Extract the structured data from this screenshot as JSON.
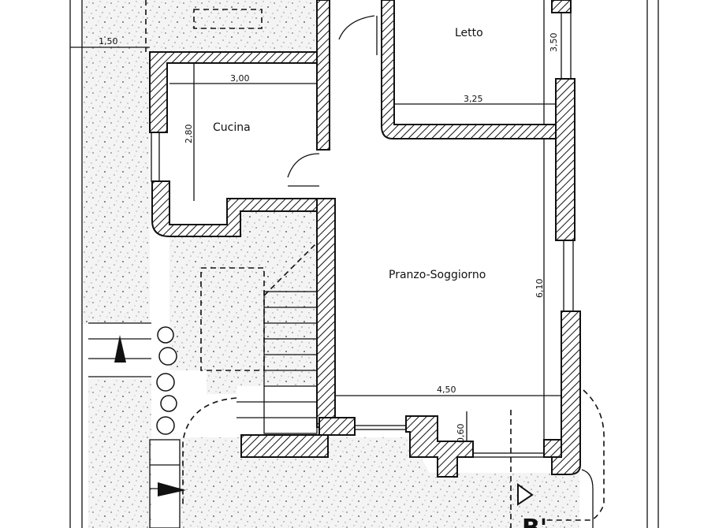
{
  "plan": {
    "rooms": {
      "kitchen": "Cucina",
      "bedroom": "Letto",
      "living": "Pranzo-Soggiorno"
    },
    "dimensions": {
      "setback": "1,50",
      "kitchen_width": "3,00",
      "kitchen_depth": "2,80",
      "bedroom_width": "3,25",
      "bedroom_depth": "3,50",
      "living_width": "4,50",
      "living_depth": "6,10",
      "pillar": "0,60"
    },
    "section_mark": "B'"
  }
}
